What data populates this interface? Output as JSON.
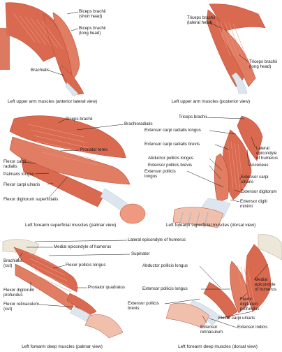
{
  "panels": [
    {
      "id": "upper-anterior",
      "caption": "Left upper arm muscles (anterior lateral view)",
      "labels": [
        {
          "key": "biceps-short",
          "lines": [
            "Biceps brachii",
            "(short head)"
          ]
        },
        {
          "key": "biceps-long",
          "lines": [
            "Biceps brachii",
            "(long head)"
          ]
        },
        {
          "key": "brachialis",
          "lines": [
            "Brachialis"
          ]
        }
      ]
    },
    {
      "id": "upper-posterior",
      "caption": "Left upper arm muscles (posterior view)",
      "labels": [
        {
          "key": "triceps-lateral",
          "lines": [
            "Triceps brachii",
            "(lateral head)"
          ]
        },
        {
          "key": "triceps-long",
          "lines": [
            "Triceps brachii",
            "(long head)"
          ]
        }
      ]
    },
    {
      "id": "forearm-superficial-palmar",
      "caption": "Left forearm superficial muscles (palmar view)",
      "labels": [
        {
          "key": "biceps-brachii",
          "lines": [
            "Biceps brachii"
          ]
        },
        {
          "key": "brachioradialis",
          "lines": [
            "Brachioradialis"
          ]
        },
        {
          "key": "pronator-teres",
          "lines": [
            "Pronator teres"
          ]
        },
        {
          "key": "flexor-carpi-radialis",
          "lines": [
            "Flexor carpi",
            "radialis"
          ]
        },
        {
          "key": "palmaris-longus",
          "lines": [
            "Palmaris longus"
          ]
        },
        {
          "key": "flexor-carpi-ulnaris",
          "lines": [
            "Flexor carpi ulnaris"
          ]
        },
        {
          "key": "flexor-digitorum-superficialis",
          "lines": [
            "Flexor digitorum superficialis"
          ]
        }
      ]
    },
    {
      "id": "forearm-superficial-dorsal",
      "caption": "Left forearm superficial muscles (dorsal view)",
      "labels": [
        {
          "key": "triceps-brachii",
          "lines": [
            "Triceps brachii"
          ]
        },
        {
          "key": "ecr-longus",
          "lines": [
            "Extensor carpi radialis longus"
          ]
        },
        {
          "key": "ecr-brevis",
          "lines": [
            "Extensor carpi radialis brevis"
          ]
        },
        {
          "key": "lateral-epicondyle",
          "lines": [
            "Lateral",
            "epicondyle",
            "of humerus"
          ]
        },
        {
          "key": "abductor-pollicis-longus",
          "lines": [
            "Abductor pollicis longus"
          ]
        },
        {
          "key": "extensor-pollicis-brevis",
          "lines": [
            "Extensor pollicis brevis"
          ]
        },
        {
          "key": "extensor-pollicis-longus",
          "lines": [
            "Extensor pollicis",
            "longus"
          ]
        },
        {
          "key": "anconeus",
          "lines": [
            "Anconeus"
          ]
        },
        {
          "key": "extensor-carpi-ulnaris",
          "lines": [
            "Extensor carpi",
            "ulnaris"
          ]
        },
        {
          "key": "extensor-digitorum",
          "lines": [
            "Extensor digitorum"
          ]
        },
        {
          "key": "extensor-digiti-minimi",
          "lines": [
            "Extensor digiti",
            "minimi"
          ]
        }
      ]
    },
    {
      "id": "forearm-deep-palmar",
      "caption": "Left forearm deep muscles (palmar view)",
      "labels": [
        {
          "key": "lateral-epicondyle-2",
          "lines": [
            "Lateral epicondyle of humerus"
          ]
        },
        {
          "key": "medial-epicondyle",
          "lines": [
            "Medial epicondyle of humerus"
          ]
        },
        {
          "key": "supinator",
          "lines": [
            "Supinator"
          ]
        },
        {
          "key": "brachialis-cut",
          "lines": [
            "Brachialis",
            "(cut)"
          ]
        },
        {
          "key": "flexor-pollicis-longus",
          "lines": [
            "Flexor pollicis longus"
          ]
        },
        {
          "key": "pronator-quadratus",
          "lines": [
            "Pronator quadratus"
          ]
        },
        {
          "key": "flexor-digitorum-profundus",
          "lines": [
            "Flexor digitorum",
            "profundus"
          ]
        },
        {
          "key": "flexor-retinaculum-cut",
          "lines": [
            "Flexor retinaculum",
            "(cut)"
          ]
        }
      ]
    },
    {
      "id": "forearm-deep-dorsal",
      "caption": "Left forearm deep muscles (dorsal view)",
      "labels": [
        {
          "key": "abductor-pollicis-longus-2",
          "lines": [
            "Abductor pollicis longus"
          ]
        },
        {
          "key": "extensor-pollicis-longus-2",
          "lines": [
            "Extensor pollicis longus"
          ]
        },
        {
          "key": "medial-epicondyle-2",
          "lines": [
            "Medial",
            "epicondyle",
            "of humerus"
          ]
        },
        {
          "key": "extensor-pollicis-brevis-2",
          "lines": [
            "Extensor pollicis",
            "brevis"
          ]
        },
        {
          "key": "flexor-digitorum-profundus-2",
          "lines": [
            "Flexor",
            "digitorum",
            "profundus"
          ]
        },
        {
          "key": "flexor-carpi-ulnaris-2",
          "lines": [
            "Flexor carpi ulnaris"
          ]
        },
        {
          "key": "extensor-retinaculum",
          "lines": [
            "Extensor",
            "retinaculum"
          ]
        },
        {
          "key": "extensor-indicis",
          "lines": [
            "Extensor indicis"
          ]
        }
      ]
    }
  ],
  "colors": {
    "muscle": "#d96a50",
    "muscle_dark": "#b84a35",
    "muscle_light": "#ef9a80",
    "tendon": "#dde6ee",
    "bone": "#ece7d8",
    "skin_bg": "#ffffff",
    "leader": "#111111"
  }
}
